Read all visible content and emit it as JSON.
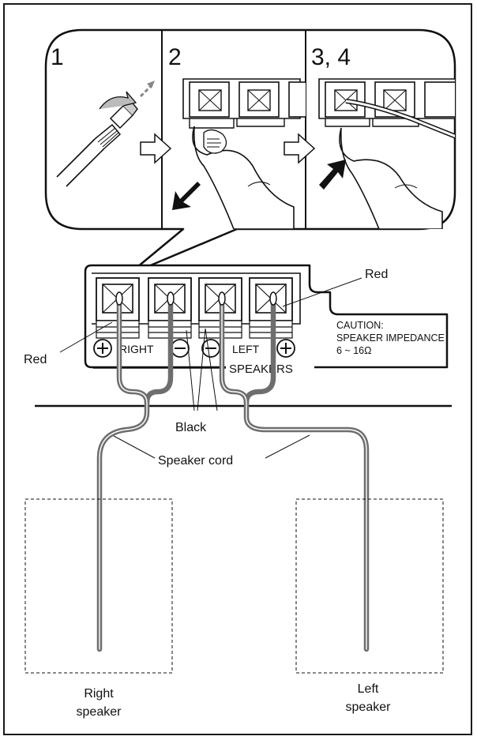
{
  "steps": {
    "step1": "1",
    "step2": "2",
    "step34": "3, 4"
  },
  "terminal_panel": {
    "right_label": "RIGHT",
    "left_label": "LEFT",
    "speakers_label": "SPEAKERS",
    "caution_line1": "CAUTION:",
    "caution_line2": "SPEAKER IMPEDANCE",
    "caution_line3": "6 ~ 16Ω",
    "plus_symbol": "+",
    "minus_symbol": "−"
  },
  "callouts": {
    "red_left": "Red",
    "red_right": "Red",
    "black": "Black",
    "speaker_cord": "Speaker cord"
  },
  "speakers": {
    "right_line1": "Right",
    "right_line2": "speaker",
    "left_line1": "Left",
    "left_line2": "speaker"
  },
  "colors": {
    "line": "#111111",
    "cord": "#6e6e6e",
    "cord_light": "#ffffff",
    "background": "#ffffff"
  }
}
